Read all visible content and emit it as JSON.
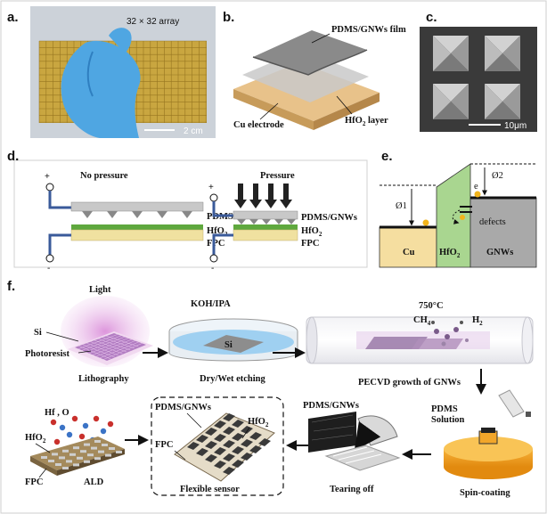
{
  "panel_labels": {
    "a": "a.",
    "b": "b.",
    "c": "c.",
    "d": "d.",
    "e": "e.",
    "f": "f."
  },
  "panel_a": {
    "array_label": "32 × 32 array",
    "scale_bar": "2 cm"
  },
  "panel_b": {
    "film_label": "PDMS/GNWs film",
    "layer_label_main": "HfO",
    "layer_sub": "2",
    "layer_label_tail": " layer",
    "electrode_label": "Cu electrode"
  },
  "panel_c": {
    "scale_bar": "10μm"
  },
  "panel_d": {
    "left_title": "No pressure",
    "right_title": "Pressure",
    "pdms_label": "PDMS/GNWs",
    "hfo_main": "HfO",
    "hfo_sub": "2",
    "fpc_label": "FPC",
    "plus": "+",
    "minus": "-"
  },
  "panel_e": {
    "phi1": "Ø1",
    "phi2": "Ø2",
    "electron": "e",
    "defects": "defects",
    "cu": "Cu",
    "hfo_main": "HfO",
    "hfo_sub": "2",
    "gnws": "GNWs"
  },
  "panel_f": {
    "light": "Light",
    "si": "Si",
    "photoresist": "Photoresist",
    "lithography": "Lithography",
    "koh": "KOH/IPA",
    "si_dish": "Si",
    "dry_wet": "Dry/Wet  etching",
    "temp": "750°C",
    "ch4_main": "CH",
    "ch4_sub": "4",
    "h2_main": "H",
    "h2_sub": "2",
    "pecvd": "PECVD growth  of GNWs",
    "pdms_solution_1": "PDMS",
    "pdms_solution_2": "Solution",
    "spin": "Spin-coating",
    "pdms_gnws_tear": "PDMS/GNWs",
    "tearing": "Tearing  off",
    "sensor_pdms": "PDMS/GNWs",
    "sensor_fpc": "FPC",
    "sensor_hfo_main": "HfO",
    "sensor_hfo_sub": "2",
    "flexible": "Flexible sensor",
    "hf_o": "Hf , O",
    "ald_hfo_main": "HfO",
    "ald_hfo_sub": "2",
    "ald_fpc": "FPC",
    "ald": "ALD"
  }
}
